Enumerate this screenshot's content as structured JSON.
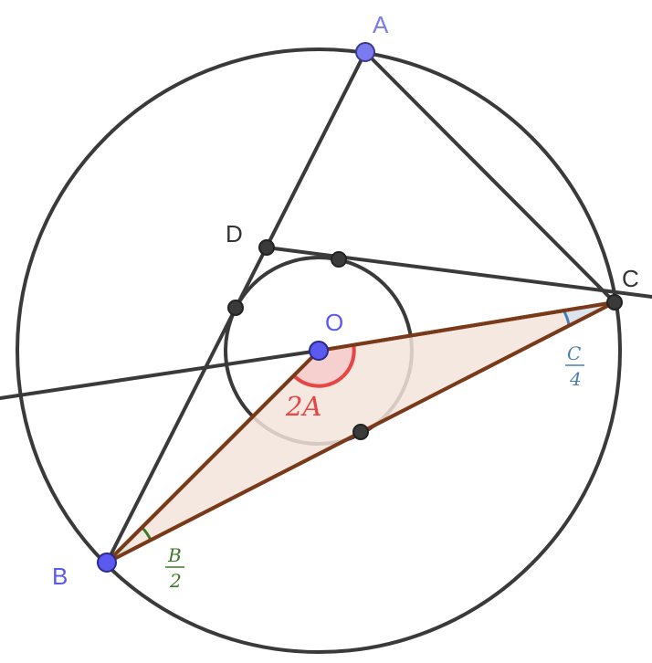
{
  "points": {
    "A": {
      "label": "A",
      "color": "#7b7bf0"
    },
    "B": {
      "label": "B",
      "color": "#5a5af0"
    },
    "C": {
      "label": "C",
      "color": "#333333"
    },
    "D": {
      "label": "D",
      "color": "#333333"
    },
    "O": {
      "label": "O",
      "color": "#5a5af0"
    }
  },
  "angle_labels": {
    "central": {
      "text": "2A",
      "color": "#e84545"
    },
    "at_B": {
      "num": "B",
      "den": "2",
      "color": "#3a7a2a"
    },
    "at_C": {
      "num": "C",
      "den": "4",
      "color": "#4a7fb5"
    }
  },
  "colors": {
    "line": "#3a3a3a",
    "triangle_stroke": "#7a3a1a",
    "triangle_fill": "#f3e4dc",
    "blue_point": "#5a5af0",
    "black_point": "#3a3a3a"
  }
}
